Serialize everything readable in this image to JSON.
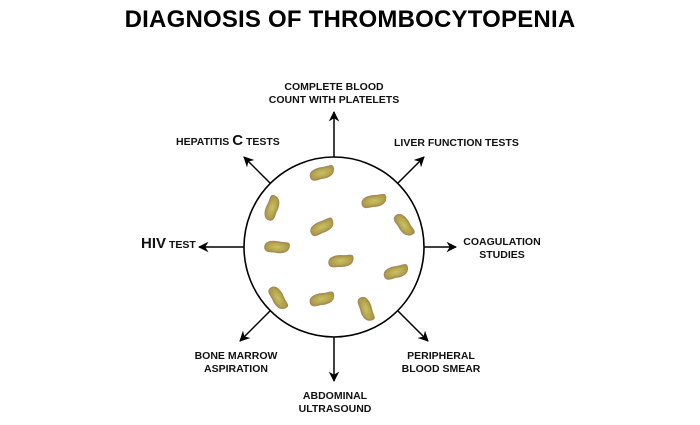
{
  "title": "DIAGNOSIS OF THROMBOCYTOPENIA",
  "colors": {
    "platelet_fill": "#b5a24e",
    "platelet_edge": "#a88a5a",
    "line": "#000000"
  },
  "center_icon": "blood-sample-circle-with-platelets",
  "tests": {
    "top": {
      "line1": "COMPLETE BLOOD",
      "line2": "COUNT WITH PLATELETS"
    },
    "top_right": {
      "text": "LIVER FUNCTION TESTS"
    },
    "right": {
      "line1": "COAGULATION",
      "line2": "STUDIES"
    },
    "bottom_right": {
      "line1": "PERIPHERAL",
      "line2": "BLOOD SMEAR"
    },
    "bottom": {
      "line1": "ABDOMINAL",
      "line2": "ULTRASOUND"
    },
    "bottom_left": {
      "line1": "BONE MARROW",
      "line2": "ASPIRATION"
    },
    "left": {
      "big": "HIV",
      "small": "TEST"
    },
    "top_left": {
      "pre": "HEPATITIS",
      "big": "C",
      "post": "TESTS"
    }
  }
}
